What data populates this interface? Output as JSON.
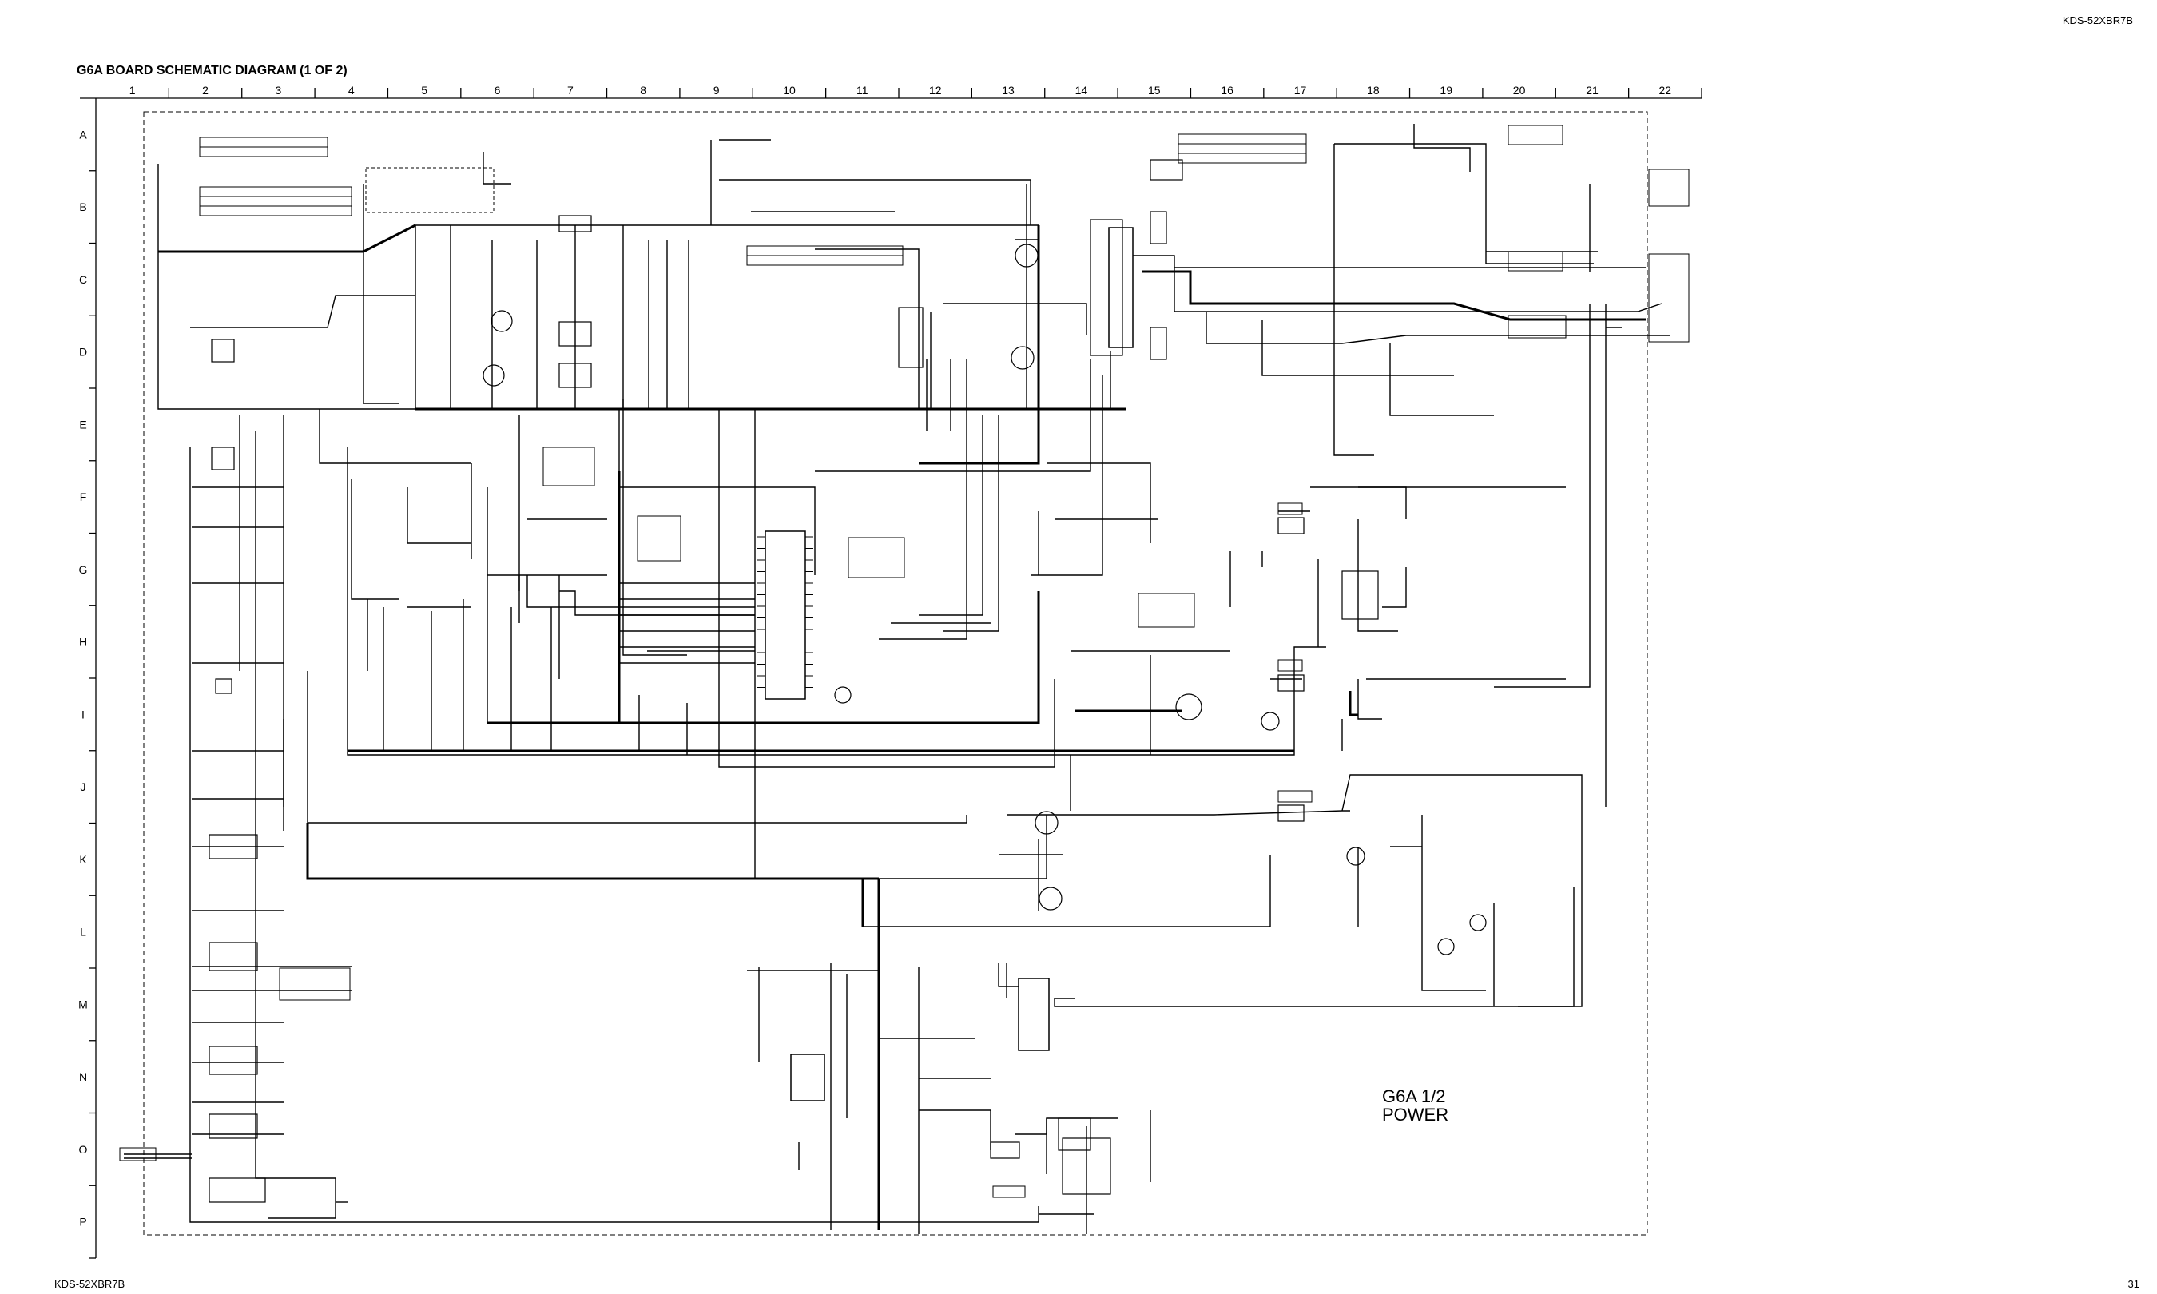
{
  "header": {
    "model_top": "KDS-52XBR7B",
    "title": "G6A BOARD SCHEMATIC DIAGRAM (1 OF 2)"
  },
  "grid": {
    "columns": [
      "1",
      "2",
      "3",
      "4",
      "5",
      "6",
      "7",
      "8",
      "9",
      "10",
      "11",
      "12",
      "13",
      "14",
      "15",
      "16",
      "17",
      "18",
      "19",
      "20",
      "21",
      "22"
    ],
    "rows": [
      "A",
      "B",
      "C",
      "D",
      "E",
      "F",
      "G",
      "H",
      "I",
      "J",
      "K",
      "L",
      "M",
      "N",
      "O",
      "P"
    ]
  },
  "schematic": {
    "board_label_line1": "G6A 1/2",
    "board_label_line2": "POWER"
  },
  "footer": {
    "model_bottom": "KDS-52XBR7B",
    "page_number": "31"
  }
}
